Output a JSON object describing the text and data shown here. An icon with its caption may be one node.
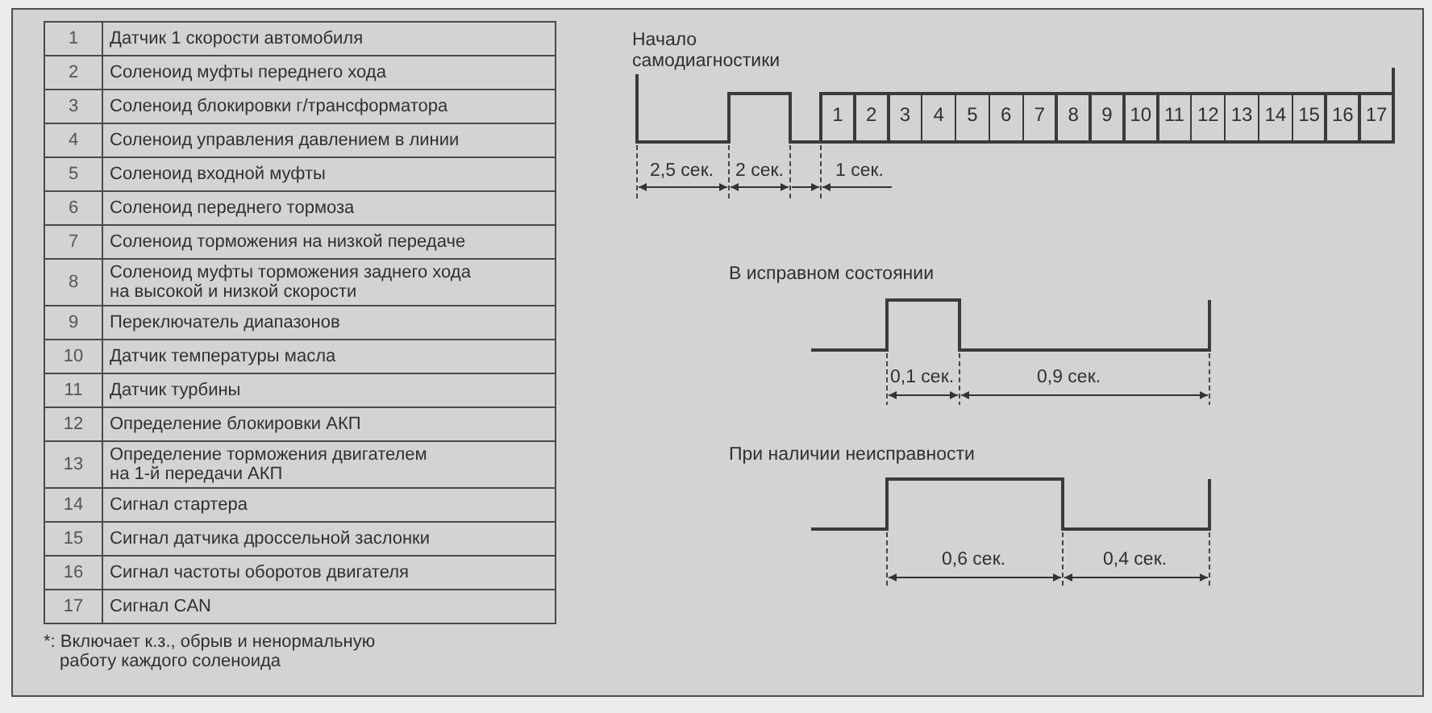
{
  "diagram": {
    "labels": [
      "1",
      "Датчик 1 скорости автомобиля",
      "2",
      "Соленоид муфты переднего хода",
      "3",
      "Соленоид блокировки г/трансформатора",
      "4",
      "Соленоид управления давлением в линии",
      "5",
      "Соленоид входной муфты",
      "6",
      "Соленоид переднего тормоза",
      "7",
      "Соленоид торможения на низкой передаче",
      "8",
      "Соленоид муфты торможения заднего хода на высокой и низкой скорости",
      "9",
      "Переключатель диапазонов",
      "10",
      "Датчик температуры масла",
      "11",
      "Датчик турбины",
      "12",
      "Определение блокировки АКП",
      "13",
      "Определение торможения двигателем на 1-й передачи АКП",
      "14",
      "Сигнал стартера",
      "15",
      "Сигнал датчика дроссельной заслонки",
      "16",
      "Сигнал частоты оборотов двигателя",
      "17",
      "Сигнал CAN",
      "*: Включает к.з., обрыв и ненормальную работу каждого соленоида",
      "Начало самодиагностики",
      "1",
      "2",
      "3",
      "4",
      "5",
      "6",
      "7",
      "8",
      "9",
      "10",
      "11",
      "12",
      "13",
      "14",
      "15",
      "16",
      "17",
      "2,5 сек.",
      "2 сек.",
      "1 сек.",
      "В исправном состоянии",
      "0,1 сек.",
      "0,9 сек.",
      "При наличии неисправности",
      "0,6 сек.",
      "0,4 сек."
    ]
  }
}
